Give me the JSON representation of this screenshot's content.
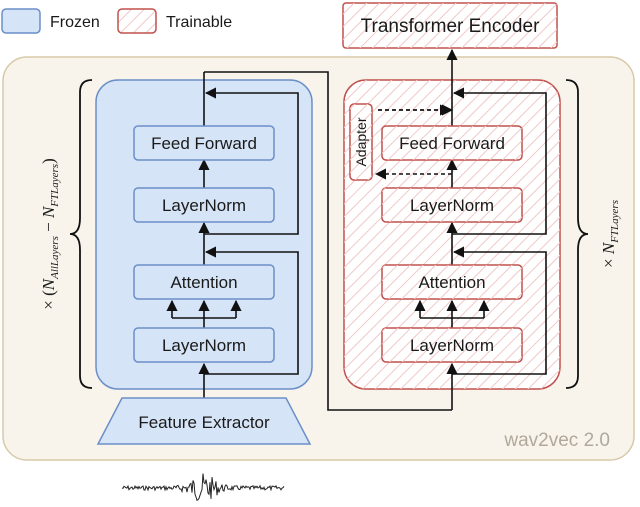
{
  "legend": {
    "frozen_label": "Frozen",
    "trainable_label": "Trainable"
  },
  "top_block": {
    "label": "Transformer Encoder"
  },
  "frozen_stack": {
    "feed_forward": "Feed Forward",
    "layernorm_top": "LayerNorm",
    "attention": "Attention",
    "layernorm_bottom": "LayerNorm"
  },
  "trainable_stack": {
    "adapter": "Adapter",
    "feed_forward": "Feed Forward",
    "layernorm_top": "LayerNorm",
    "attention": "Attention",
    "layernorm_bottom": "LayerNorm"
  },
  "feature_extractor": {
    "label": "Feature Extractor"
  },
  "model_label": "wav2vec 2.0",
  "left_multiplier": {
    "prefix": "× (",
    "n1": "N",
    "sub1": "AllLayers",
    "minus": " − ",
    "n2": "N",
    "sub2": "FTLayers",
    "suffix": ")"
  },
  "right_multiplier": {
    "prefix": "× ",
    "n": "N",
    "sub": "FTLayers"
  },
  "colors": {
    "frozen_fill": "#d5e4f7",
    "frozen_border": "#6b8fc7",
    "trainable_border": "#c0504d",
    "trainable_hatch": "#f0c8c8",
    "outer_bg": "#f8f4ec",
    "outer_border": "#d8c9a8",
    "waveform": "#222222"
  },
  "icons": {
    "waveform": "audio-waveform-icon"
  }
}
